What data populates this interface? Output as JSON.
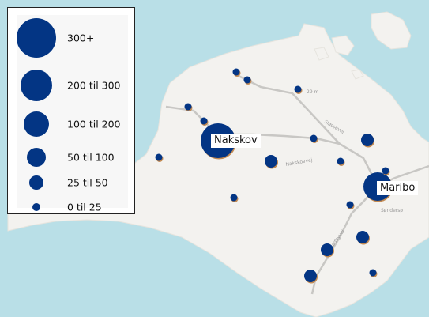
{
  "colors": {
    "sea": "#b9dfe7",
    "land": "#f3f2ef",
    "land_edge": "#e6e4de",
    "road": "#c8c7c4",
    "marker": "#033584",
    "marker_shadow": "#c28a52"
  },
  "road_labels": {
    "road1": "29 m",
    "road2": "Sløssevej",
    "road3": "Nakskovvej",
    "road4": "Rødbyvej",
    "lake": "Søndersø"
  },
  "legend": {
    "items": [
      {
        "label": "300+",
        "size": "300+"
      },
      {
        "label": "200 til 300",
        "size": "200-300"
      },
      {
        "label": "100 til 200",
        "size": "100-200"
      },
      {
        "label": "50 til 100",
        "size": "50-100"
      },
      {
        "label": "25 til 50",
        "size": "25-50"
      },
      {
        "label": "0 til 25",
        "size": "0-25"
      }
    ]
  },
  "cities": {
    "nakskov": {
      "name": "Nakskov"
    },
    "maribo": {
      "name": "Maribo"
    }
  }
}
